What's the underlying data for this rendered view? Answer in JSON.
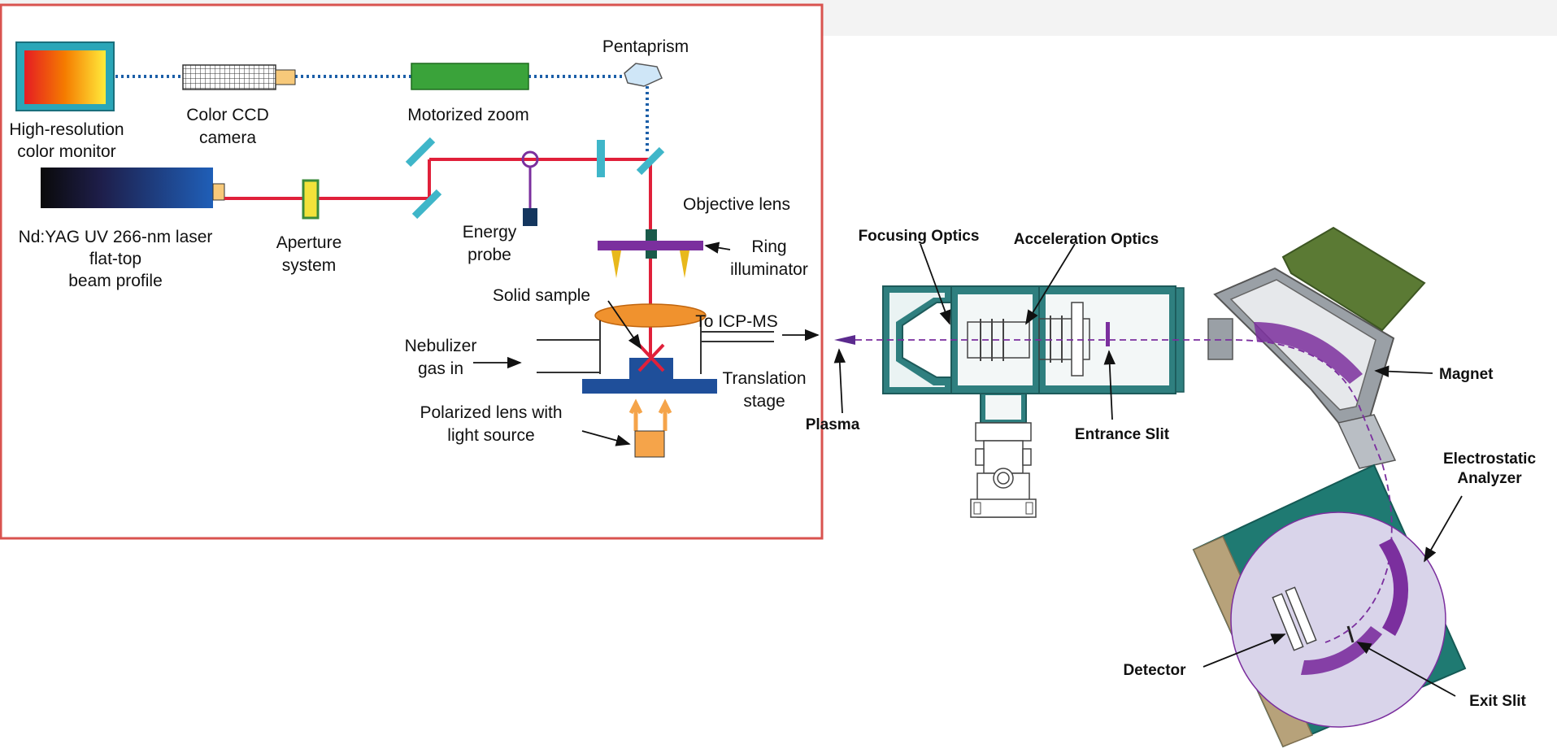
{
  "left_labels": {
    "monitor_line1": "High-resolution",
    "monitor_line2": "color monitor",
    "camera_line1": "Color CCD",
    "camera_line2": "camera",
    "zoom": "Motorized zoom",
    "pentaprism": "Pentaprism",
    "laser_line1": "Nd:YAG UV 266-nm laser",
    "laser_line2": "flat-top",
    "laser_line3": "beam profile",
    "aperture_line1": "Aperture",
    "aperture_line2": "system",
    "energy_line1": "Energy",
    "energy_line2": "probe",
    "objective": "Objective lens",
    "ring_line1": "Ring",
    "ring_line2": "illuminator",
    "sample": "Solid sample",
    "icpms": "To ICP-MS",
    "nebulizer_line1": "Nebulizer",
    "nebulizer_line2": "gas in",
    "translation_line1": "Translation",
    "translation_line2": "stage",
    "polarized_line1": "Polarized lens with",
    "polarized_line2": "light source"
  },
  "right_labels": {
    "focusing": "Focusing Optics",
    "acceleration": "Acceleration Optics",
    "plasma": "Plasma",
    "entrance": "Entrance Slit",
    "magnet": "Magnet",
    "esa_line1": "Electrostatic",
    "esa_line2": "Analyzer",
    "detector": "Detector",
    "exit": "Exit Slit"
  },
  "colors": {
    "frame": "#d9534f",
    "laser_beam": "#e0203a",
    "optical_path": "#1c5fa8",
    "mirror": "#3fb6c9",
    "ring": "#7b2f9e",
    "housing": "#2f7f7f",
    "magnet_block": "#5b7a34",
    "ion_path": "#7b2f9e",
    "stage": "#1f4f9a",
    "sample_lid": "#f0922e",
    "detector_plate": "#b0a080"
  }
}
